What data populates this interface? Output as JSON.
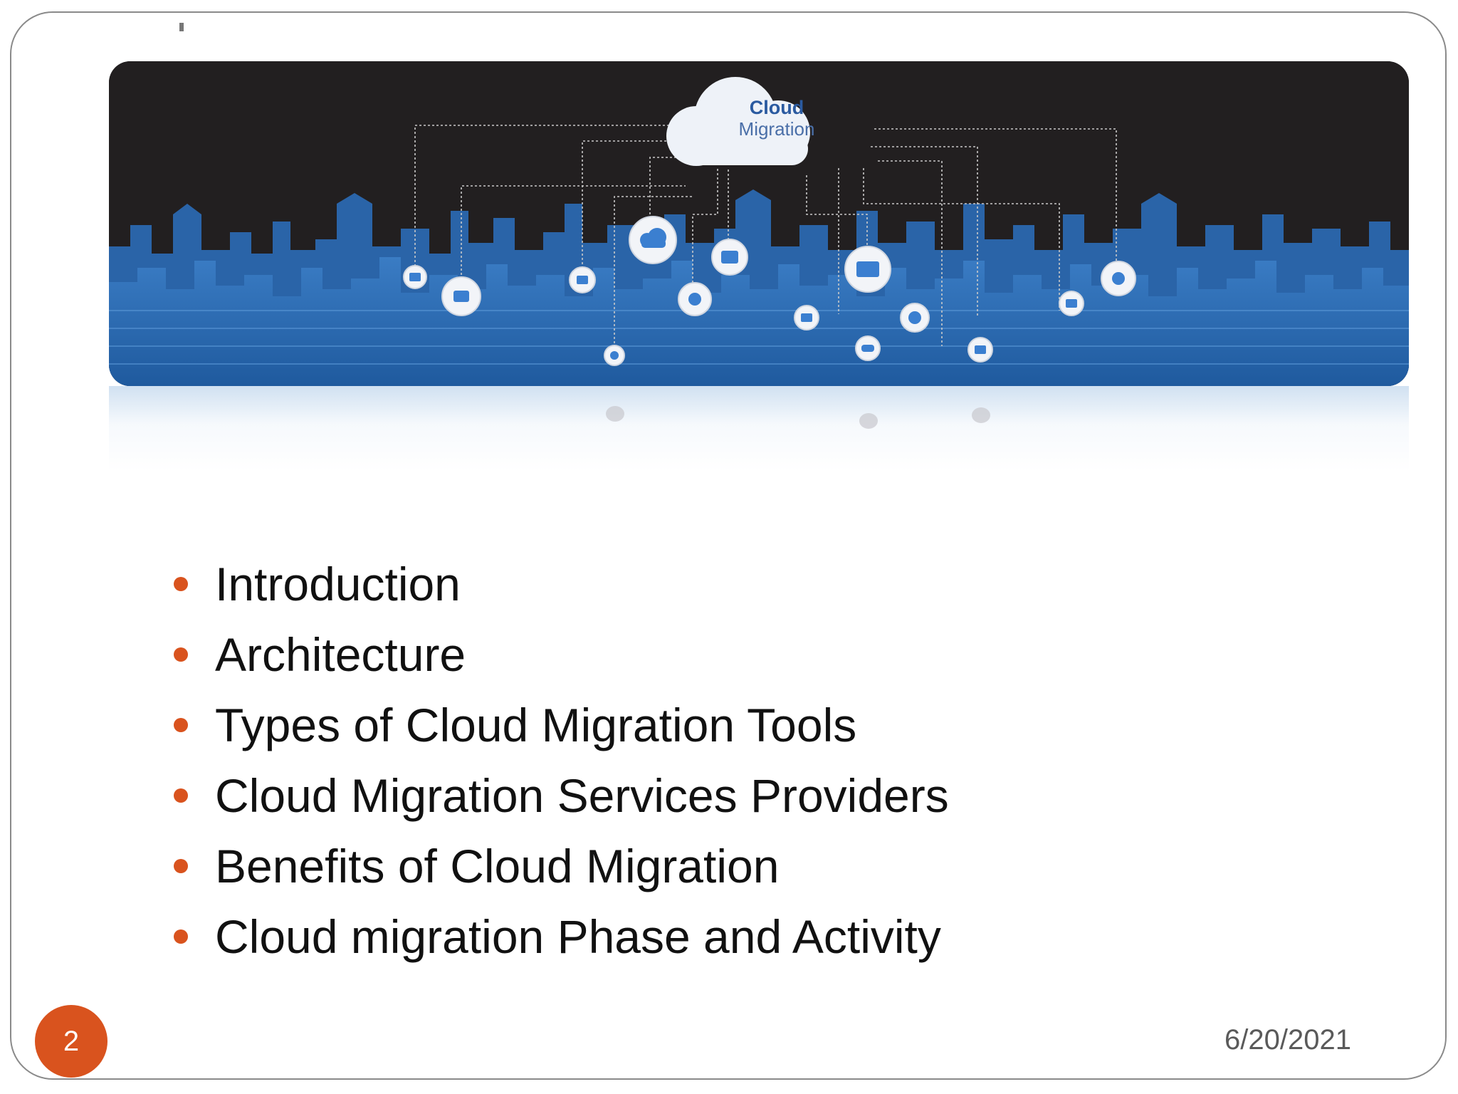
{
  "banner": {
    "cloud_title": "Cloud",
    "cloud_subtitle": "Migration",
    "colors": {
      "sky": "#221f20",
      "city": "#2f6fb6",
      "city_light": "#4f93d8",
      "cloud_text": "#2a5aa0"
    }
  },
  "bullets": [
    {
      "text": "Introduction"
    },
    {
      "text": "Architecture"
    },
    {
      "text": "Types of Cloud Migration Tools"
    },
    {
      "text": "Cloud Migration Services Providers"
    },
    {
      "text": "Benefits of Cloud Migration"
    },
    {
      "text": "Cloud migration Phase and Activity"
    }
  ],
  "footer": {
    "page_number": "2",
    "date": "6/20/2021"
  },
  "colors": {
    "accent": "#d9531e",
    "frame": "#8a8a8a"
  }
}
